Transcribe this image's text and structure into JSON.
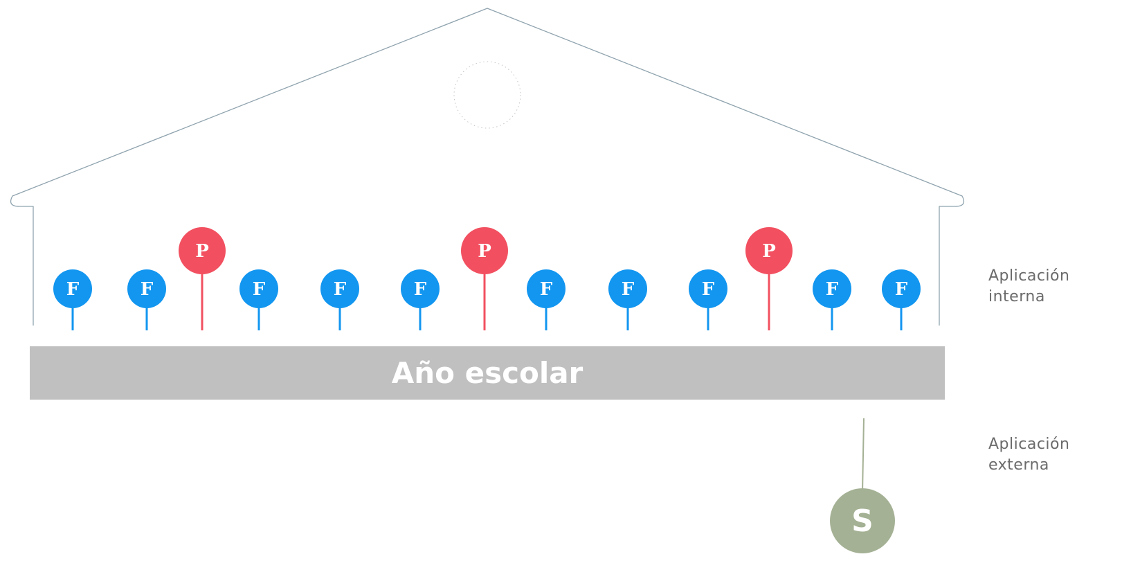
{
  "bar_label": "Año escolar",
  "internal_label": {
    "line1": "Aplicación",
    "line2": "interna"
  },
  "external_label": {
    "line1": "Aplicación",
    "line2": "externa"
  },
  "pins": [
    "F",
    "F",
    "P",
    "F",
    "F",
    "F",
    "P",
    "F",
    "F",
    "F",
    "P",
    "F",
    "F"
  ],
  "external_pin": "S",
  "colors": {
    "formative": "#1296f0",
    "periodic": "#f25060",
    "summative": "#a4b194",
    "bar": "#c0c0c0",
    "house_outline": "#8fa3ae"
  }
}
